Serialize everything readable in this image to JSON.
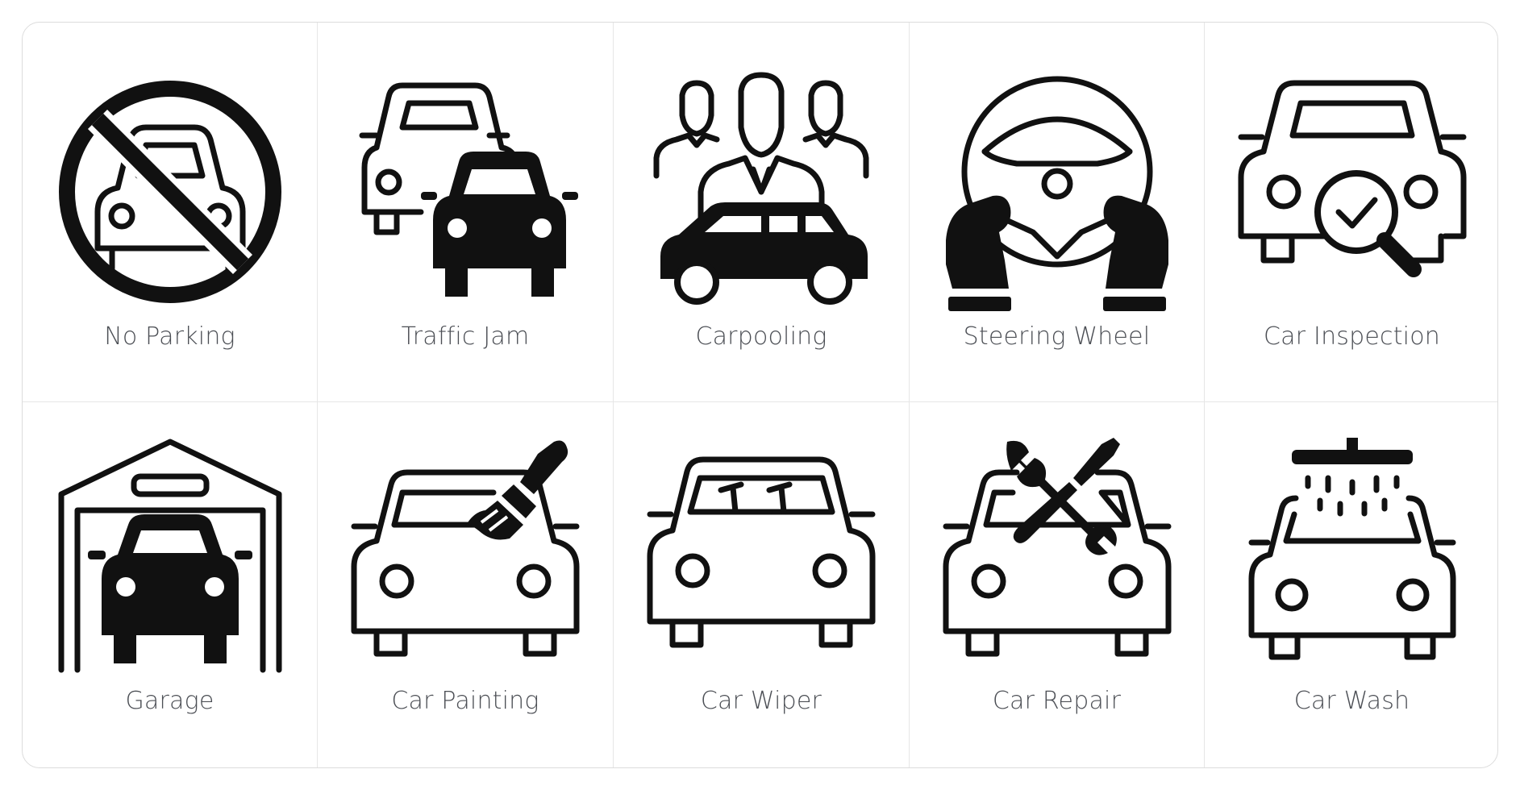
{
  "icons": [
    {
      "name": "No Parking",
      "icon": "no-parking-icon"
    },
    {
      "name": "Traffic Jam",
      "icon": "traffic-jam-icon"
    },
    {
      "name": "Carpooling",
      "icon": "carpooling-icon"
    },
    {
      "name": "Steering Wheel",
      "icon": "steering-wheel-icon"
    },
    {
      "name": "Car Inspection",
      "icon": "car-inspection-icon"
    },
    {
      "name": "Garage",
      "icon": "garage-icon"
    },
    {
      "name": "Car Painting",
      "icon": "car-painting-icon"
    },
    {
      "name": "Car Wiper",
      "icon": "car-wiper-icon"
    },
    {
      "name": "Car Repair",
      "icon": "car-repair-icon"
    },
    {
      "name": "Car Wash",
      "icon": "car-wash-icon"
    }
  ],
  "colors": {
    "stroke": "#111111",
    "label": "#4c4f55",
    "border": "#dcdcdc"
  }
}
